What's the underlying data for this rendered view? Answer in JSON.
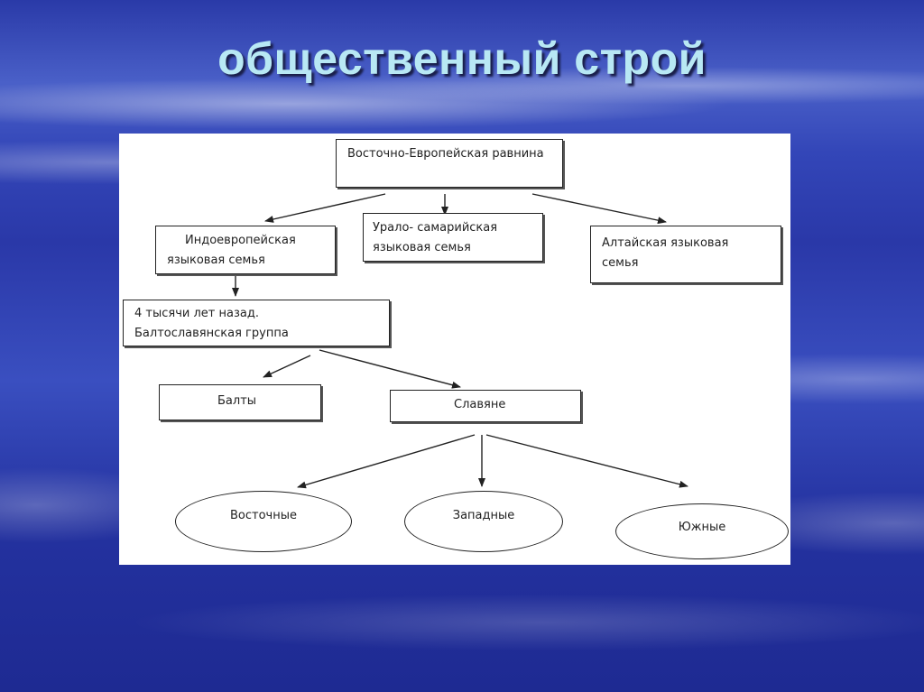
{
  "slide": {
    "title": "общественный строй"
  },
  "diagram": {
    "root": "Восточно-Европейская равнина",
    "indo_line1": "Индоевропейская",
    "indo_line2": "языковая семья",
    "ural_line1": "Урало- самарийская",
    "ural_line2": "языковая семья",
    "altai_line1": "Алтайская языковая",
    "altai_line2": "семья",
    "balto_line1": "4 тысячи лет назад.",
    "balto_line2": "Балтославянская  группа",
    "balts": "Балты",
    "slavs": "Славяне",
    "east": "Восточные",
    "west": "Западные",
    "south": "Южные"
  }
}
